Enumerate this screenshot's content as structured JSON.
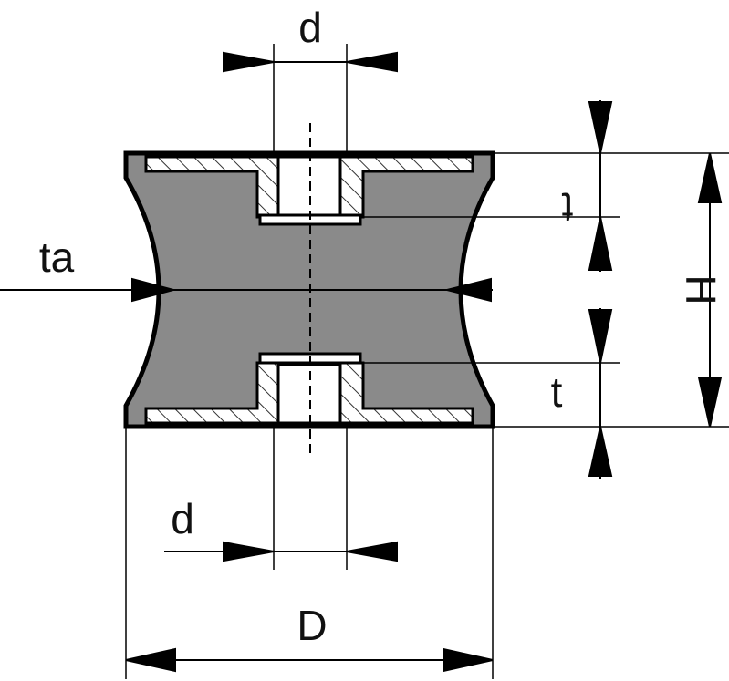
{
  "diagram": {
    "labels": {
      "d_top": "d",
      "d_bottom": "d",
      "ta": "ta",
      "H": "H",
      "t_top": "t",
      "t_bottom": "t",
      "D": "D"
    },
    "colors": {
      "rubber": "#8a8a8a",
      "outline": "#000000",
      "metal": "#ffffff",
      "hatch": "#333333",
      "dimension": "#000000"
    }
  }
}
